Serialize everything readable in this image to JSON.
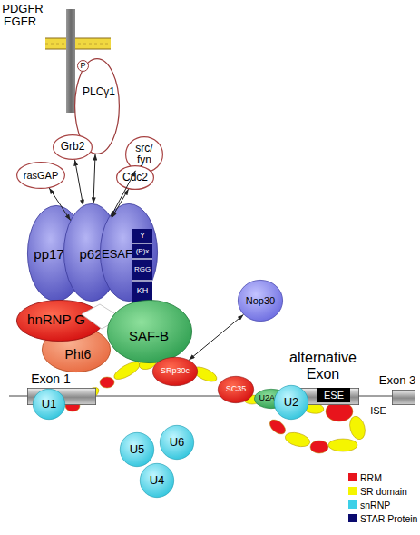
{
  "diagram": {
    "nodes": [
      {
        "text": [
          "PLCγ1"
        ]
      },
      {
        "text": [
          "P"
        ],
        "in": 0
      },
      {
        "text": [
          "rasGAP"
        ]
      },
      {
        "text": [
          "Grb2"
        ]
      },
      {
        "text": [
          "src/ fyn"
        ]
      },
      {
        "text": [
          "Cdc2"
        ]
      },
      {
        "text": [
          "pp17"
        ]
      },
      {
        "text": [
          "p62"
        ]
      },
      {
        "text": [
          "ESAF"
        ]
      },
      {
        "text": [
          "Y",
          "(P)x",
          "RGG",
          "KH"
        ],
        "in": 8
      },
      {
        "text": [
          "hnRNP G"
        ]
      },
      {
        "text": [
          "Pht6"
        ]
      },
      {
        "text": [
          "SAF-B"
        ]
      },
      {
        "text": [
          "Nop30"
        ]
      },
      {
        "text": [
          "SRp30c"
        ]
      },
      {
        "text": [
          "SC35"
        ]
      },
      {
        "text": [
          "Exon 1"
        ]
      },
      {
        "text": [
          "U1"
        ]
      },
      {
        "text": [
          "alternative Exon"
        ]
      },
      {
        "text": [
          "ESE"
        ],
        "in": 18
      },
      {
        "text": [
          "Exon 3"
        ]
      },
      {
        "text": [
          "U2AF"
        ]
      },
      {
        "text": [
          "U2"
        ]
      },
      {
        "text": [
          "U5"
        ]
      },
      {
        "text": [
          "U6"
        ]
      },
      {
        "text": [
          "U4"
        ]
      }
    ],
    "edges": [
      {
        "from": 7,
        "to": 2,
        "arrow": "both"
      },
      {
        "from": 7,
        "to": 3,
        "arrow": "both"
      },
      {
        "from": 7,
        "to": 0,
        "arrow": "both"
      },
      {
        "from": 7,
        "to": 4,
        "arrow": "both"
      },
      {
        "from": 7,
        "to": 5,
        "arrow": "both"
      },
      {
        "from": 14,
        "to": 13,
        "arrow": "both"
      }
    ],
    "labels": [
      "PDGFR",
      "EGFR",
      "ISE"
    ],
    "legend": [
      {
        "text": "RRM",
        "color": "#e8141c"
      },
      {
        "text": "SR domain",
        "color": "#f5f500"
      },
      {
        "text": "snRNP",
        "color": "#3cd0e8"
      },
      {
        "text": "STAR Protein",
        "color": "#0a0a6e"
      }
    ]
  }
}
